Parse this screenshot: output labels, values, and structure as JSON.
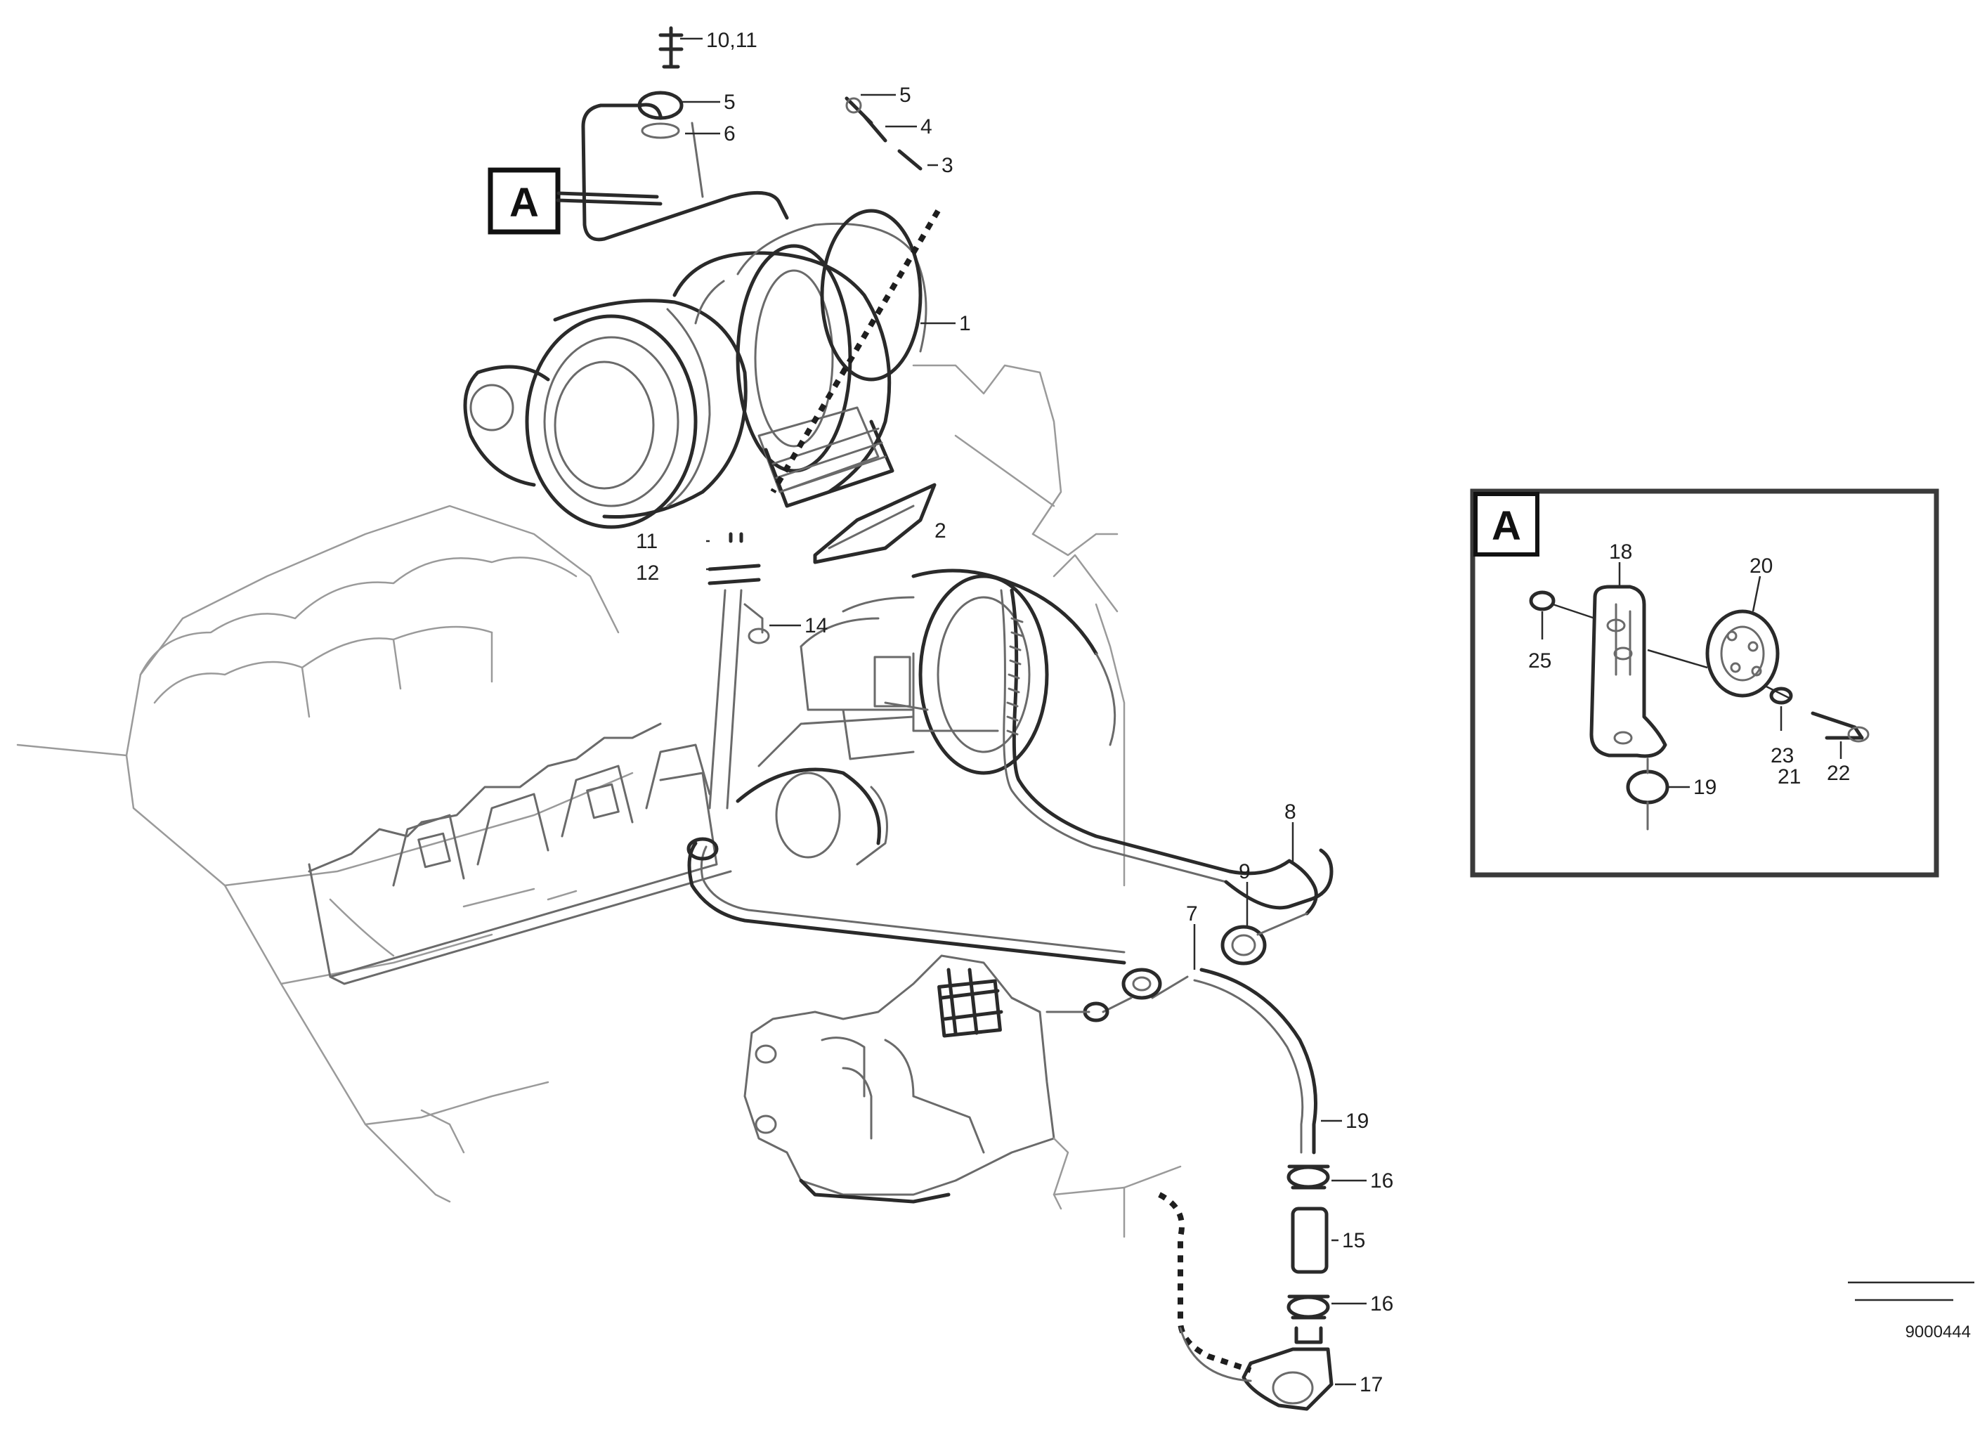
{
  "diagram": {
    "marker_letter": "A",
    "inset_letter": "A",
    "callouts_main": {
      "c1": "10,11",
      "c2": "5",
      "c3": "6",
      "c4": "5",
      "c5": "4",
      "c6": "3",
      "c7": "1",
      "c8": "2",
      "c9": "11",
      "c10": "12",
      "c11": "14",
      "c12": "8",
      "c13": "9",
      "c14": "7",
      "c15": "19",
      "c16": "16",
      "c17": "15",
      "c18": "16",
      "c19": "17"
    },
    "callouts_inset": {
      "i1": "18",
      "i2": "20",
      "i3": "25",
      "i4": "23",
      "i5": "22",
      "i6": "21",
      "i7": "19"
    },
    "figure_code": "9000444",
    "figure_small_top": "",
    "figure_small_mid": ""
  }
}
